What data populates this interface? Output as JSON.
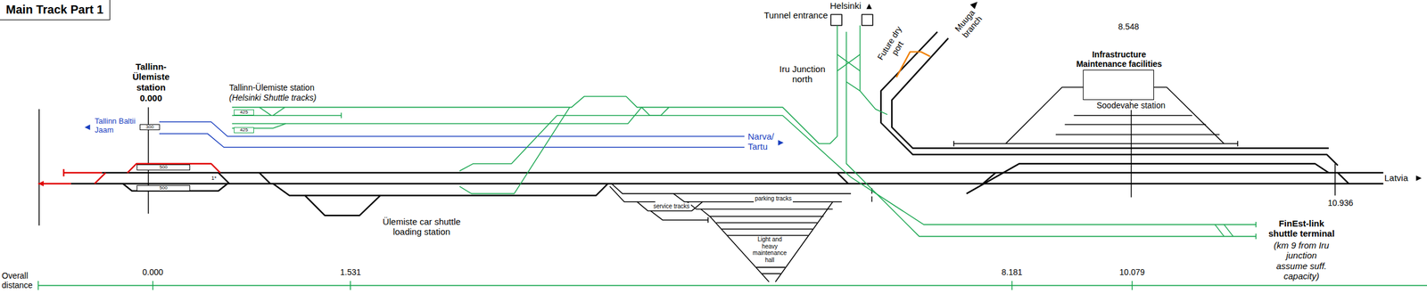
{
  "diagram": {
    "title": "Main Track Part 1",
    "nodes": [
      {
        "text": [
          "300"
        ]
      },
      {
        "text": [
          "500"
        ]
      },
      {
        "text": [
          "500"
        ]
      },
      {
        "text": [
          "425"
        ]
      },
      {
        "text": [
          "425"
        ]
      },
      {
        "text": [
          "Infrastructure Maintenance facilities"
        ]
      }
    ],
    "labels": [
      "Tallinn-Ülemiste station",
      "0.000",
      "Tallinn-Ülemiste station",
      "(Helsinki Shuttle tracks)",
      "Tallinn Baltii Jaam",
      "Narva/ Tartu",
      "1*",
      "Ülemiste car shuttle loading station",
      "service tracks",
      "parking tracks",
      "Light and heavy maintenance hall",
      "Tunnel entrance",
      "Helsinki",
      "Iru Junction north",
      "Future dry port",
      "Muuga branch",
      "8.548",
      "Soodevahe station",
      "FinEst-link shuttle terminal",
      "(km 9 from Iru junction assume suff. capacity)",
      "Latvia",
      "10.936",
      "Overall distance",
      "0.000",
      "1.531",
      "8.181",
      "10.079"
    ]
  }
}
